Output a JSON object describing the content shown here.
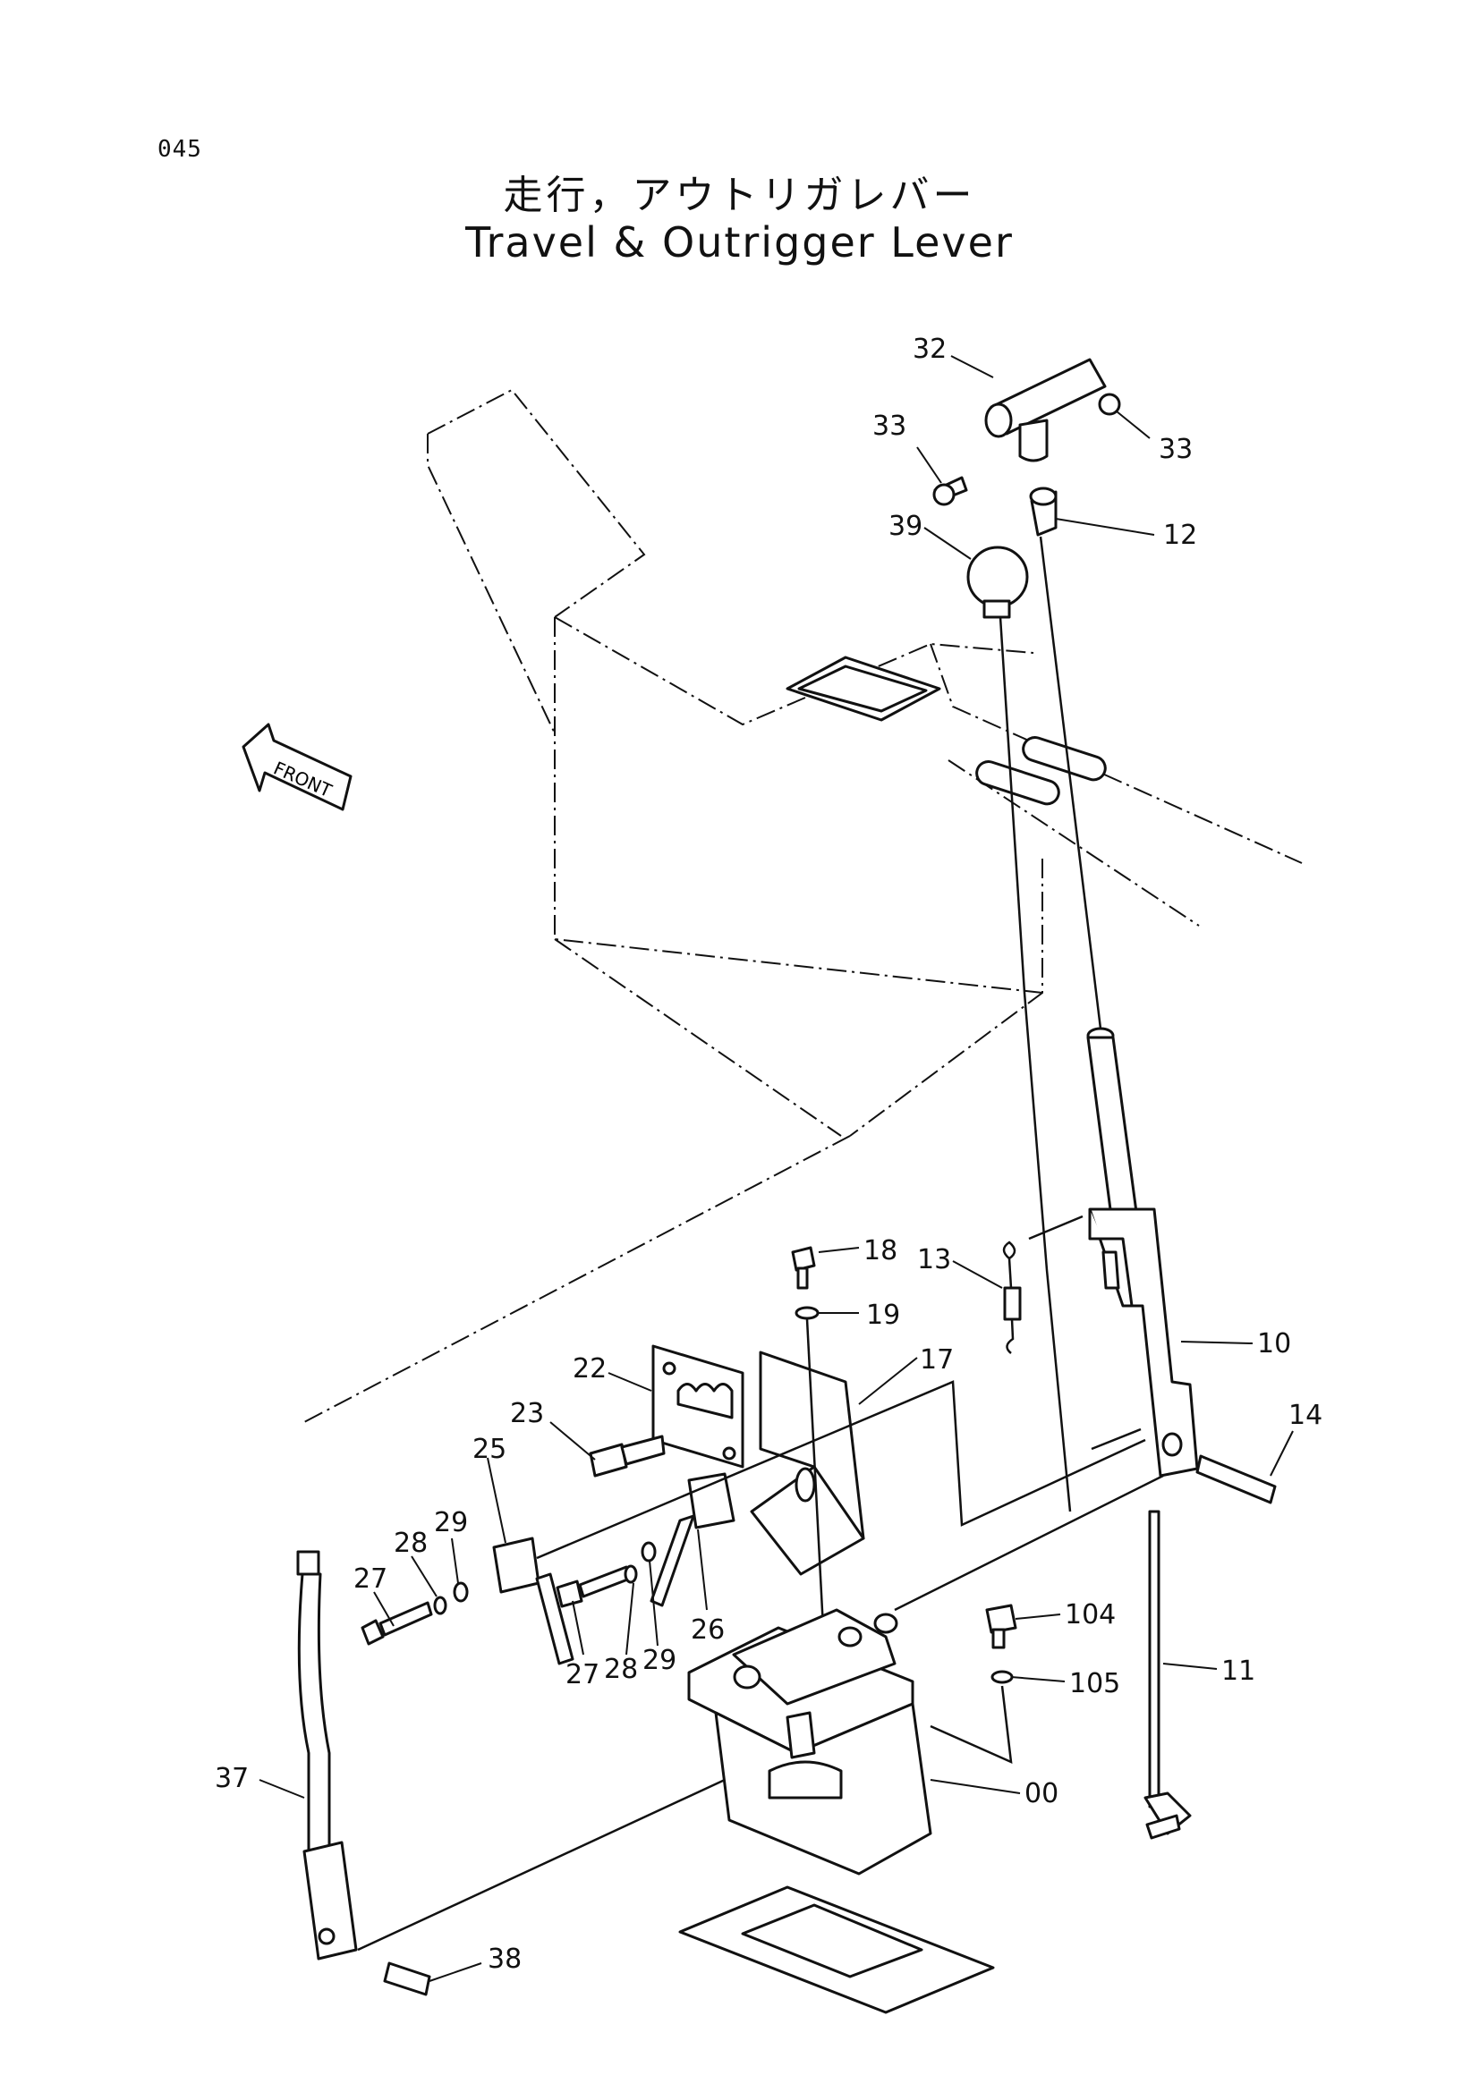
{
  "page_number": "045",
  "title_jp": "走行，アウトリガレバー",
  "title_en": "Travel & Outrigger Lever",
  "front_label": "FRONT",
  "callouts": [
    "32",
    "33",
    "33",
    "39",
    "12",
    "18",
    "13",
    "19",
    "10",
    "22",
    "17",
    "23",
    "14",
    "25",
    "29",
    "28",
    "27",
    "26",
    "104",
    "27",
    "28",
    "29",
    "105",
    "11",
    "37",
    "00",
    "38"
  ]
}
